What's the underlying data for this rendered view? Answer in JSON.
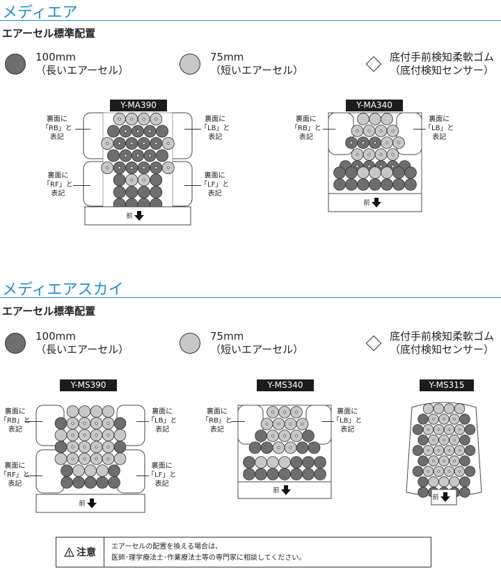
{
  "sections": [
    {
      "title": "メディエア",
      "subtitle": "エアーセル標準配置"
    },
    {
      "title": "メディエアスカイ",
      "subtitle": "エアーセル標準配置"
    }
  ],
  "legend": {
    "cell100": {
      "line1": "100mm",
      "line2": "（長いエアーセル）",
      "color": "#6e6e6e"
    },
    "cell75": {
      "line1": "75mm",
      "line2": "（短いエアーセル）",
      "color": "#c8c8c8"
    },
    "sensor": {
      "line1": "底付手前検知柔軟ゴム",
      "line2": "（底付検知センサー）"
    }
  },
  "models": {
    "ma390": "Y-MA390",
    "ma340": "Y-MA340",
    "ms390": "Y-MS390",
    "ms340": "Y-MS340",
    "ms315": "Y-MS315"
  },
  "annotations": {
    "rb": [
      "裏面に",
      "「RB」と",
      "表記"
    ],
    "lb": [
      "裏面に",
      "「LB」と",
      "表記"
    ],
    "rf": [
      "裏面に",
      "「RF」と",
      "表記"
    ],
    "lf": [
      "裏面に",
      "「LF」と",
      "表記"
    ]
  },
  "front_label": "前",
  "caution": {
    "label": "注意",
    "line1": "エアーセルの配置を換える場合は、",
    "line2": "医師･理学療法士･作業療法士等の専門家に相談してください。"
  },
  "colors": {
    "accent": "#1f8fcf",
    "dark_cell": "#6e6e6e",
    "light_cell": "#c8c8c8",
    "label_bg": "#1c1c1c"
  }
}
